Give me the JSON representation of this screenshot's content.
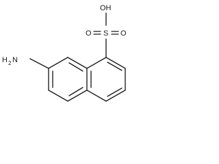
{
  "molecule": {
    "atoms": {
      "hydroxyl": "OH",
      "sulfur": "S",
      "oxo_left": "O",
      "oxo_right": "O",
      "amine_h": "H",
      "amine_sub": "2",
      "amine_n": "N"
    },
    "colors": {
      "ink": "#1a1a1a",
      "background": "#ffffff"
    }
  }
}
